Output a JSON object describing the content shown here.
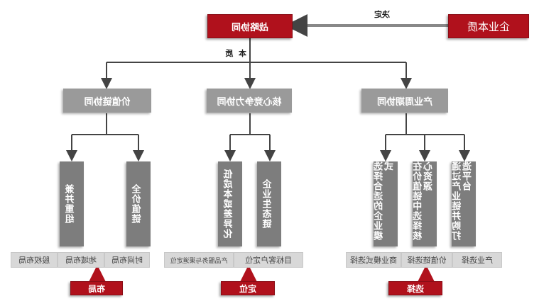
{
  "top": {
    "strategy": "战略协同",
    "enterprise": "企业本质",
    "decide": "决定",
    "essence": "本  质"
  },
  "branches": {
    "value_chain": "价值链协同",
    "core_competence": "核心竞争力协同",
    "industry_cycle": "产业周期协同"
  },
  "columns": {
    "value_chain": [
      "兼并重组",
      "全价值链"
    ],
    "core_competence": [
      "低成本或差异化",
      "企业生态链"
    ],
    "industry_cycle": [
      "选择合适的企业模式",
      "在价值链中选择核心资源",
      "通过产业链并购打造平台"
    ]
  },
  "bottom": {
    "value_chain": [
      "股权布局",
      "地域布局",
      "时间布局"
    ],
    "core_competence": [
      "产品服务与渠道定位",
      "目标客户定位"
    ],
    "industry_cycle": [
      "商业模式选择",
      "价值链选择",
      "产业选择"
    ]
  },
  "tags": {
    "value_chain": "布局",
    "core_competence": "定位",
    "industry_cycle": "选择"
  }
}
